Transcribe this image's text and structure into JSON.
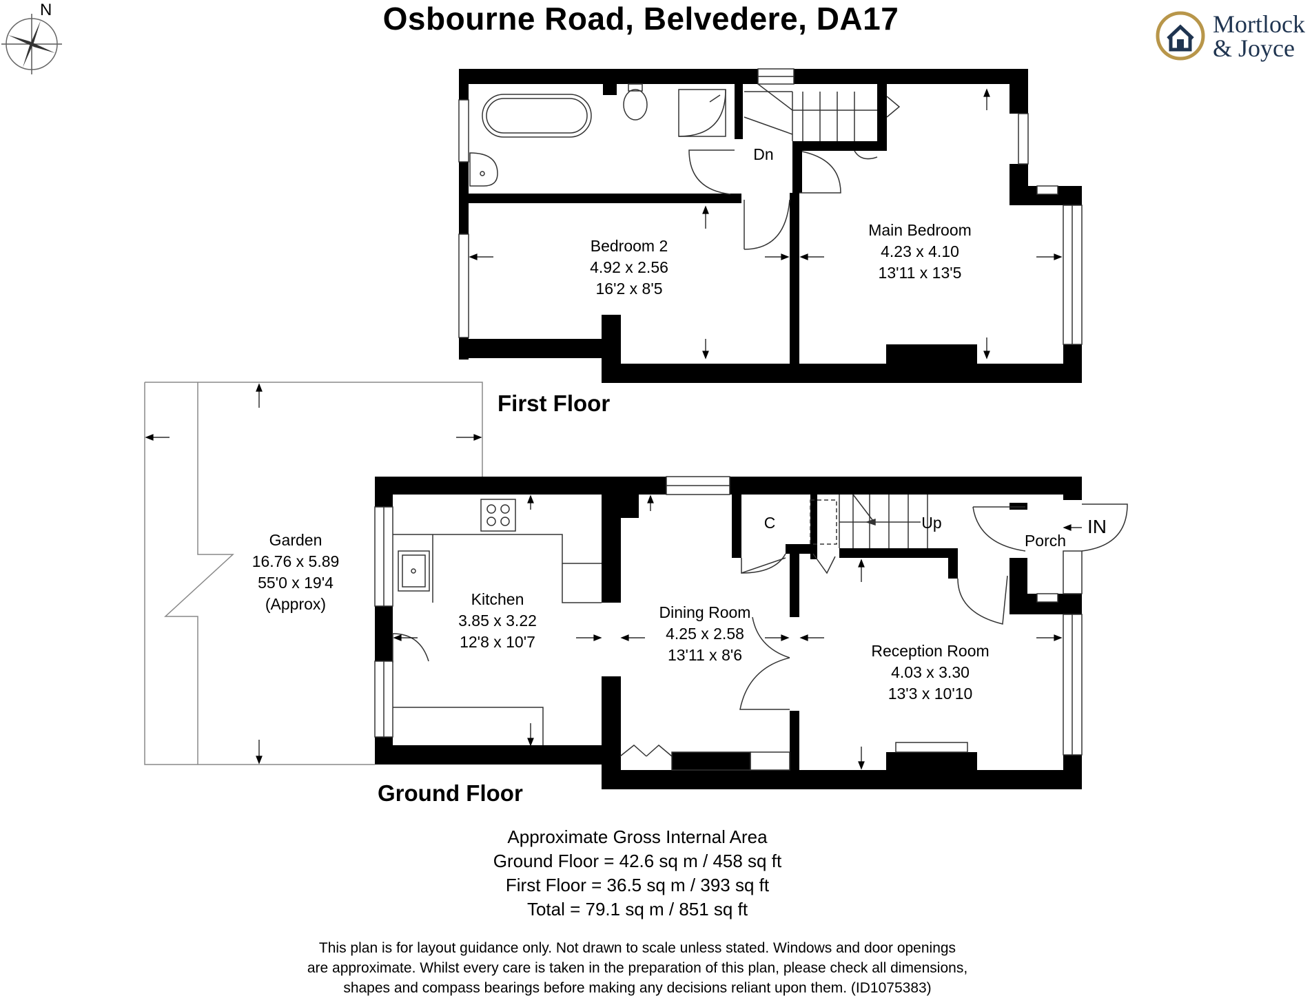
{
  "title": "Osbourne Road, Belvedere, DA17",
  "compass_label": "N",
  "brand": {
    "line1": "Mortlock",
    "line2": "& Joyce",
    "color": "#1f3450",
    "accent": "#b8964a"
  },
  "floors": [
    {
      "label": "First Floor"
    },
    {
      "label": "Ground Floor"
    }
  ],
  "rooms": {
    "bedroom2": {
      "name": "Bedroom 2",
      "metric": "4.92 x 2.56",
      "imperial": "16'2 x 8'5"
    },
    "main_bedroom": {
      "name": "Main Bedroom",
      "metric": "4.23 x 4.10",
      "imperial": "13'11 x 13'5"
    },
    "garden": {
      "name": "Garden",
      "metric": "16.76 x 5.89",
      "imperial": "55'0 x 19'4",
      "note": "(Approx)"
    },
    "kitchen": {
      "name": "Kitchen",
      "metric": "3.85 x 3.22",
      "imperial": "12'8 x 10'7"
    },
    "dining": {
      "name": "Dining Room",
      "metric": "4.25 x 2.58",
      "imperial": "13'11 x 8'6"
    },
    "reception": {
      "name": "Reception Room",
      "metric": "4.03 x 3.30",
      "imperial": "13'3 x 10'10"
    },
    "porch": {
      "name": "Porch"
    },
    "cupboard": {
      "name": "C"
    }
  },
  "stairs": {
    "down": "Dn",
    "up": "Up"
  },
  "entrance": "IN",
  "area": {
    "heading": "Approximate Gross Internal Area",
    "ground": "Ground Floor = 42.6 sq m / 458 sq ft",
    "first": "First Floor = 36.5 sq m / 393 sq ft",
    "total": "Total = 79.1 sq m / 851 sq ft"
  },
  "disclaimer": {
    "line1": "This plan is for layout guidance only. Not drawn to scale unless stated. Windows and door openings",
    "line2": "are approximate. Whilst every care is taken in the preparation of this plan, please check all dimensions,",
    "line3": "shapes and compass bearings before making any decisions reliant upon them. (ID1075383)"
  }
}
